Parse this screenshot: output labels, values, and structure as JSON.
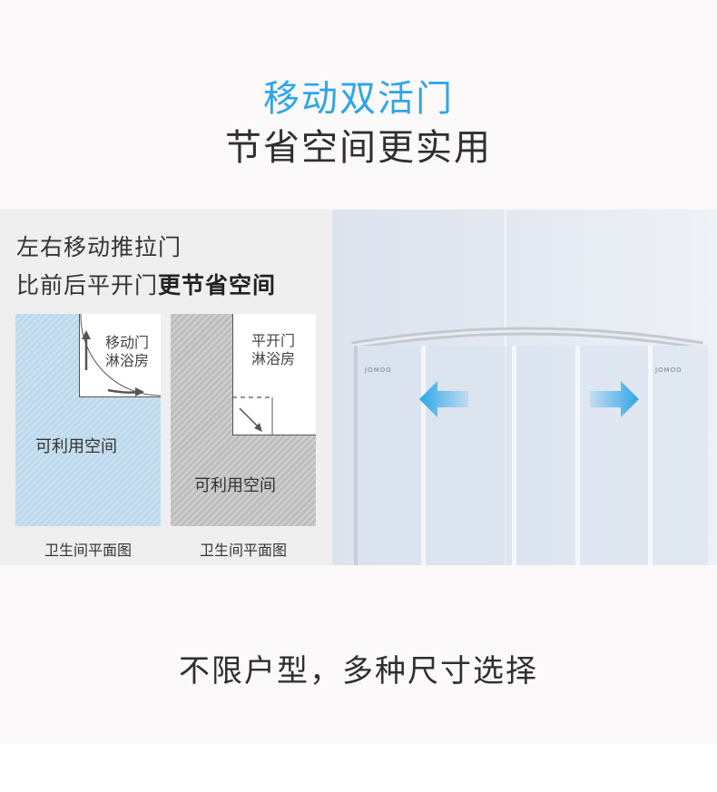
{
  "header": {
    "title": "移动双活门",
    "subtitle": "节省空间更实用"
  },
  "comparison": {
    "lead_line1": "左右移动推拉门",
    "lead_line2_prefix": "比前后平开门",
    "lead_line2_bold": "更节省空间",
    "sliding_plan": {
      "booth_line1": "移动门",
      "booth_line2": "淋浴房",
      "area_label": "可利用空间",
      "caption": "卫生间平面图"
    },
    "swing_plan": {
      "booth_line1": "平开门",
      "booth_line2": "淋浴房",
      "area_label": "可利用空间",
      "caption": "卫生间平面图"
    }
  },
  "photo": {
    "brand_left": "JOMOO",
    "brand_right": "JOMOO",
    "arrow_left_icon": "arrow-left-icon",
    "arrow_right_icon": "arrow-right-icon",
    "arrow_color": "#2ea6e8"
  },
  "footer": {
    "tagline": "不限户型，多种尺寸选择"
  },
  "colors": {
    "accent": "#2ea6e8",
    "sliding_plan_fill": "#bcd8ec",
    "swing_plan_fill": "#bdbdbd"
  }
}
